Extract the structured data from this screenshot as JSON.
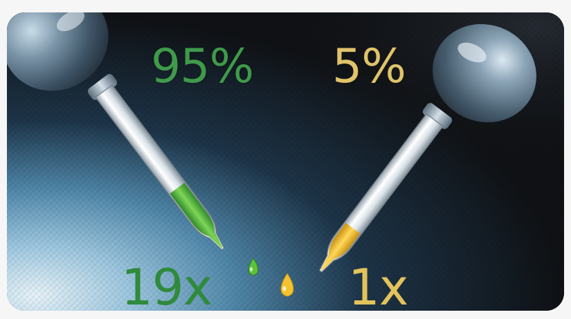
{
  "left_dropper": {
    "percent_label": "95%",
    "ratio_label": "19x",
    "liquid_color": "#4fb63c",
    "label_color": "#3f9a4a"
  },
  "right_dropper": {
    "percent_label": "5%",
    "ratio_label": "1x",
    "liquid_color": "#e8b52a",
    "label_color": "#e0c36a"
  },
  "background_colors": {
    "dark": "#111317",
    "light_blue": "#bcd8ea"
  }
}
